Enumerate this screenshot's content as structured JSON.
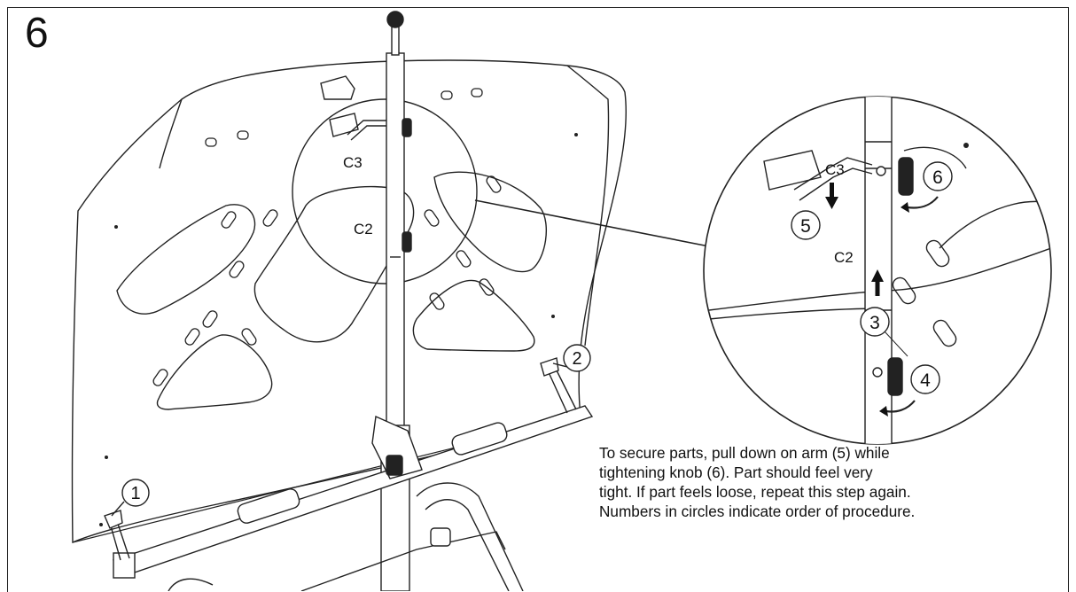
{
  "step": {
    "number": "6"
  },
  "labels": {
    "c3_main": "C3",
    "c2_main": "C2",
    "c3_detail": "C3",
    "c2_detail": "C2"
  },
  "callouts": {
    "n1": "1",
    "n2": "2",
    "n3": "3",
    "n4": "4",
    "n5": "5",
    "n6": "6"
  },
  "instructions": {
    "lines": [
      "To secure parts, pull down on arm (5) while",
      "tightening knob (6).  Part should feel very",
      "tight.  If part feels loose, repeat this step again.",
      "Numbers in circles indicate order of procedure."
    ]
  }
}
